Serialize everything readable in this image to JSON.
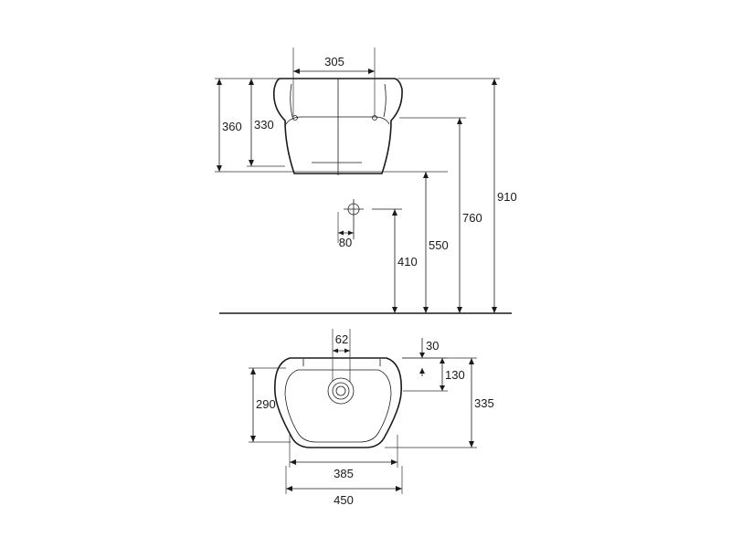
{
  "side_view": {
    "width_top": "305",
    "height_outer": "360",
    "height_inner": "330",
    "drain_offset": "80",
    "drain_height": "410",
    "rim_height": "550",
    "hole_height": "760",
    "total_height": "910"
  },
  "top_view": {
    "drain_width": "62",
    "rim_offset": "30",
    "hole_depth": "130",
    "inner_depth": "290",
    "outer_depth": "335",
    "inner_width": "385",
    "outer_width": "450"
  }
}
